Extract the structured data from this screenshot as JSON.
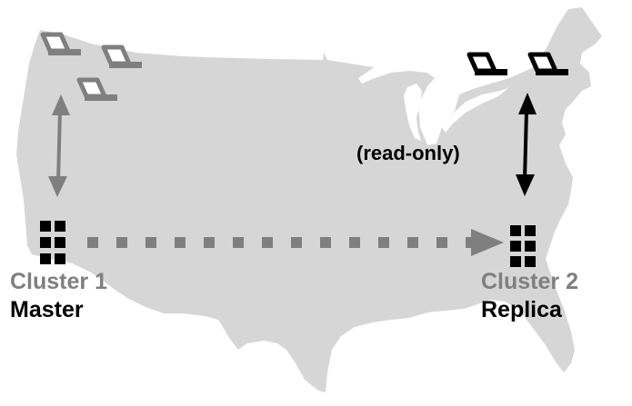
{
  "diagram": {
    "title": "",
    "background": "US map",
    "colors": {
      "map_fill": "#d6d6d6",
      "background": "#ffffff",
      "master_side": "#7f7f7f",
      "replica_side": "#000000",
      "cluster_icon": "#000000",
      "replication_arrow": "#7f7f7f"
    },
    "clusters": [
      {
        "name": "Cluster 1",
        "role": "Master",
        "location": "west coast",
        "icon": "server-grid-icon",
        "clients": 3,
        "client_icon": "laptop-icon",
        "client_color": "#7f7f7f"
      },
      {
        "name": "Cluster 2",
        "role": "Replica",
        "location": "east coast",
        "icon": "server-grid-icon",
        "clients": 2,
        "client_icon": "laptop-icon",
        "client_color": "#000000"
      }
    ],
    "connections": [
      {
        "from": "west clients",
        "to": "Cluster 1",
        "type": "bidirectional",
        "style": "solid",
        "color": "#7f7f7f",
        "label": ""
      },
      {
        "from": "east clients",
        "to": "Cluster 2",
        "type": "bidirectional",
        "style": "solid",
        "color": "#000000",
        "label": "(read-only)"
      },
      {
        "from": "Cluster 1",
        "to": "Cluster 2",
        "type": "directed",
        "style": "dotted",
        "color": "#7f7f7f",
        "label": ""
      }
    ],
    "readonly_label": "(read-only)"
  }
}
